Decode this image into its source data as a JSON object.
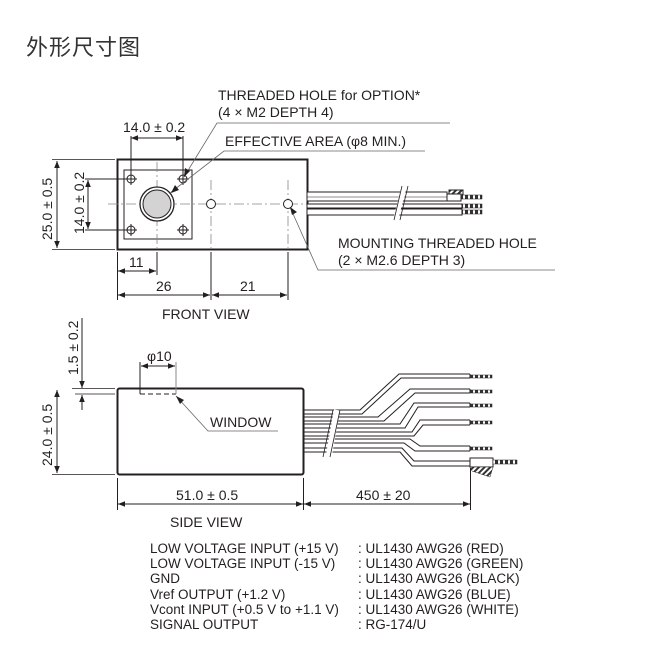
{
  "page_title": "外形尺寸图",
  "front_view": {
    "caption": "FRONT VIEW",
    "callouts": {
      "threaded_hole_line1": "THREADED HOLE for OPTION*",
      "threaded_hole_line2": "(4 × M2 DEPTH 4)",
      "effective_area": "EFFECTIVE AREA (φ8 MIN.)",
      "mounting_hole_line1": "MOUNTING THREADED HOLE",
      "mounting_hole_line2": "(2 × M2.6 DEPTH 3)"
    },
    "dimensions": {
      "hole_pitch_horizontal": "14.0 ± 0.2",
      "hole_pitch_vertical": "14.0 ± 0.2",
      "height": "25.0 ± 0.5",
      "center_offset": "11",
      "first_mount_offset": "26",
      "mount_spacing": "21"
    }
  },
  "side_view": {
    "caption": "SIDE VIEW",
    "callouts": {
      "window": "WINDOW"
    },
    "dimensions": {
      "window_diameter": "φ10",
      "window_depth": "1.5 ± 0.2",
      "height": "24.0 ± 0.5",
      "length": "51.0 ± 0.5",
      "cable_length": "450 ± 20"
    }
  },
  "wiring": [
    {
      "name": "LOW VOLTAGE INPUT (+15 V)",
      "spec": ": UL1430 AWG26 (RED)"
    },
    {
      "name": "LOW VOLTAGE INPUT (-15 V)",
      "spec": ": UL1430 AWG26 (GREEN)"
    },
    {
      "name": "GND",
      "spec": ": UL1430 AWG26 (BLACK)"
    },
    {
      "name": "Vref OUTPUT (+1.2 V)",
      "spec": ": UL1430 AWG26 (BLUE)"
    },
    {
      "name": "Vcont INPUT (+0.5 V to +1.1 V)",
      "spec": ": UL1430 AWG26 (WHITE)"
    },
    {
      "name": "SIGNAL OUTPUT",
      "spec": ": RG-174/U"
    }
  ]
}
